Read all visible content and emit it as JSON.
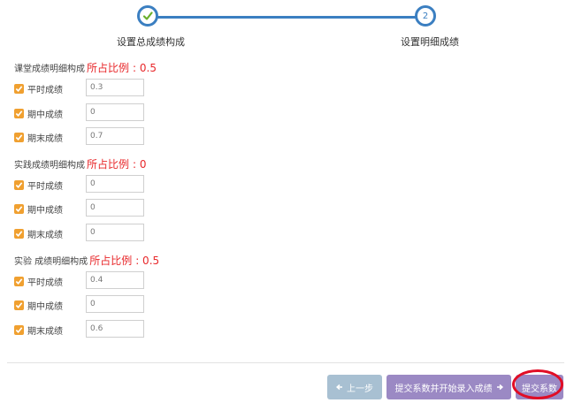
{
  "stepper": {
    "steps": [
      {
        "label": "设置总成绩构成",
        "status": "done"
      },
      {
        "label": "设置明细成绩",
        "number": "2"
      }
    ]
  },
  "sections": [
    {
      "title": "课堂成绩明细构成",
      "ratio_label": "所占比例",
      "ratio_value": ": 0.5",
      "items": [
        {
          "label": "平时成绩",
          "value": "0.3",
          "checked": true
        },
        {
          "label": "期中成绩",
          "value": "0",
          "checked": true
        },
        {
          "label": "期末成绩",
          "value": "0.7",
          "checked": true
        }
      ]
    },
    {
      "title": "实践成绩明细构成",
      "ratio_label": "所占比例",
      "ratio_value": ": 0",
      "items": [
        {
          "label": "平时成绩",
          "value": "0",
          "checked": true
        },
        {
          "label": "期中成绩",
          "value": "0",
          "checked": true
        },
        {
          "label": "期末成绩",
          "value": "0",
          "checked": true
        }
      ]
    },
    {
      "title": "实验 成绩明细构成",
      "ratio_label": "所占比例",
      "ratio_value": ": 0.5",
      "items": [
        {
          "label": "平时成绩",
          "value": "0.4",
          "checked": true
        },
        {
          "label": "期中成绩",
          "value": "0",
          "checked": true
        },
        {
          "label": "期末成绩",
          "value": "0.6",
          "checked": true
        }
      ]
    }
  ],
  "footer": {
    "prev_label": "上一步",
    "submit_and_enter_label": "提交系数并开始录入成绩",
    "submit_label": "提交系数"
  },
  "colors": {
    "accent": "#3b7fc1",
    "ratio_red": "#e8282b",
    "checkbox": "#f0a030",
    "button_purple": "#9b89c4",
    "button_disabled": "#a8c0d2",
    "annotation": "#e10d25"
  }
}
